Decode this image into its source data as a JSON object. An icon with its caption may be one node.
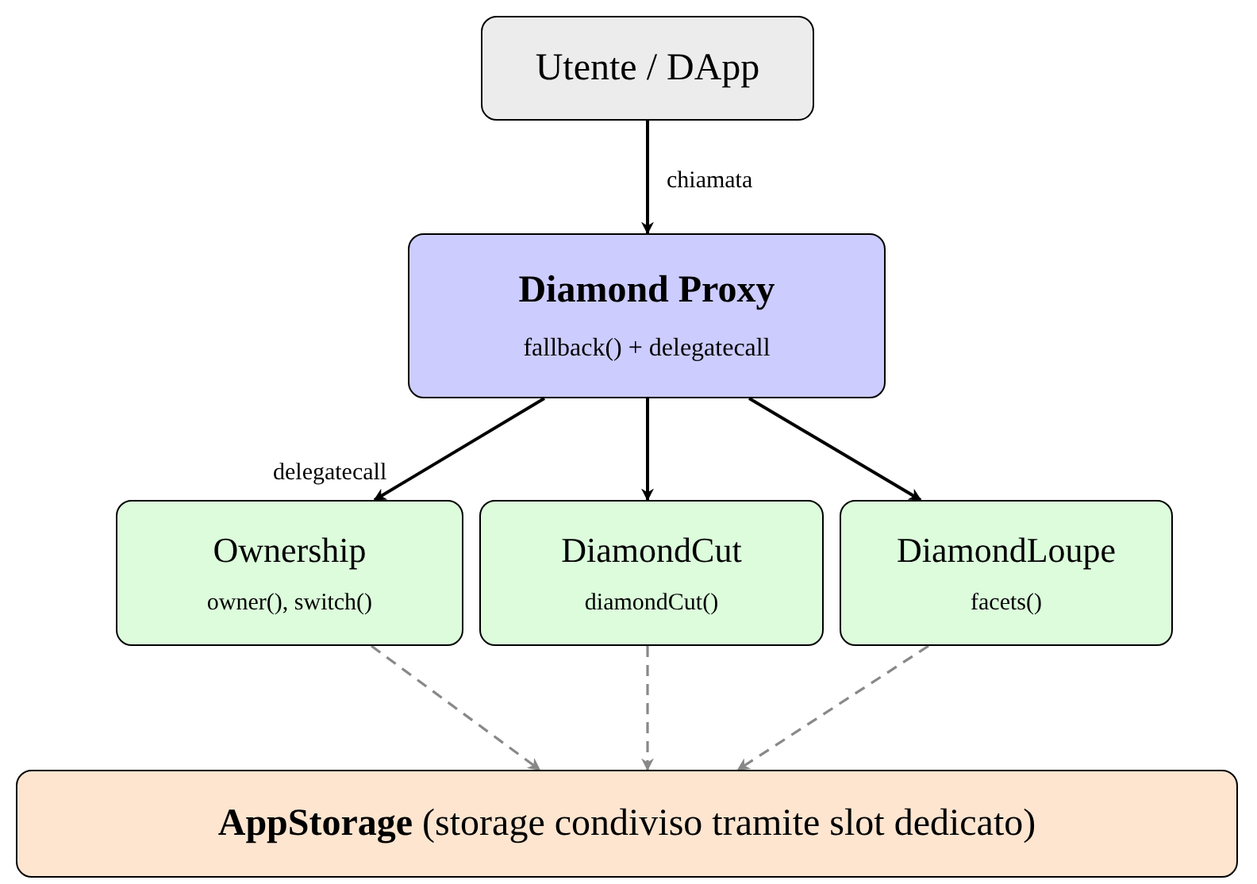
{
  "diagram": {
    "nodes": [
      {
        "text": [
          "Utente / DApp"
        ]
      },
      {
        "text": [
          "Diamond Proxy",
          "fallback() + delegatecall"
        ]
      },
      {
        "text": [
          "Ownership",
          "owner(), switch()"
        ]
      },
      {
        "text": [
          "DiamondCut",
          "diamondCut()"
        ]
      },
      {
        "text": [
          "DiamondLoupe",
          "facets()"
        ]
      },
      {
        "text": [
          "**AppStorage** (storage condiviso tramite slot dedicato)"
        ]
      }
    ],
    "edges": [
      {
        "from": 0,
        "to": 1,
        "arrow": "to",
        "label": "chiamata"
      },
      {
        "from": 1,
        "to": 2,
        "arrow": "to",
        "label": "delegatecall"
      },
      {
        "from": 1,
        "to": 3,
        "arrow": "to"
      },
      {
        "from": 1,
        "to": 4,
        "arrow": "to"
      },
      {
        "from": 2,
        "to": 5,
        "arrow": "to",
        "style": "dashed",
        "color": "#888888"
      },
      {
        "from": 3,
        "to": 5,
        "arrow": "to",
        "style": "dashed",
        "color": "#888888"
      },
      {
        "from": 4,
        "to": 5,
        "arrow": "to",
        "style": "dashed",
        "color": "#888888"
      }
    ]
  }
}
